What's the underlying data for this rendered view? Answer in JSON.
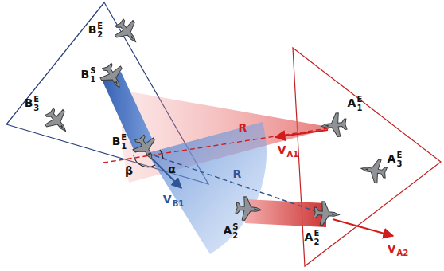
{
  "diagram": {
    "labels": [
      "B2E",
      "B1S",
      "B3E",
      "B1E",
      "R",
      "VA1",
      "A1E",
      "A3E",
      "R",
      "α",
      "β",
      "VB1",
      "A2S",
      "A2E",
      "VA2"
    ]
  }
}
